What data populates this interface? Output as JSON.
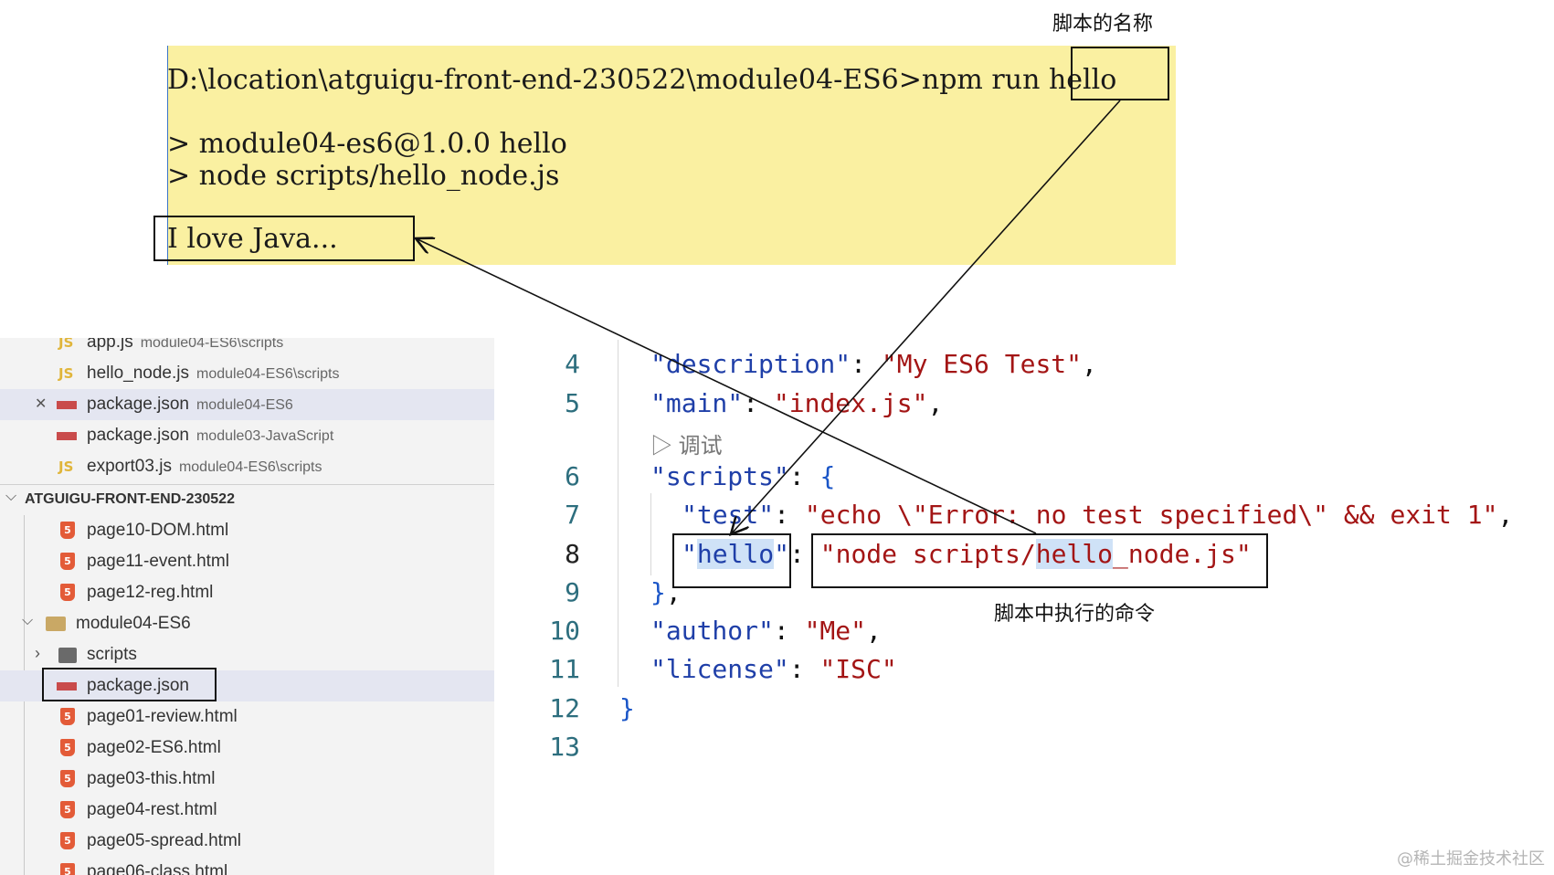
{
  "terminal": {
    "command": "D:\\location\\atguigu-front-end-230522\\module04-ES6>npm run ",
    "command_script": "hello",
    "line2": "> module04-es6@1.0.0 hello",
    "line3": "> node scripts/hello_node.js",
    "output": "I love Java..."
  },
  "annotations": {
    "script_name": "脚本的名称",
    "script_command": "脚本中执行的命令"
  },
  "explorer": {
    "open_editors": [
      {
        "icon": "js",
        "name": "app.js",
        "desc": "module04-ES6\\scripts"
      },
      {
        "icon": "js",
        "name": "hello_node.js",
        "desc": "module04-ES6\\scripts"
      },
      {
        "icon": "npm",
        "name": "package.json",
        "desc": "module04-ES6",
        "close": "✕"
      },
      {
        "icon": "npm",
        "name": "package.json",
        "desc": "module03-JavaScript"
      },
      {
        "icon": "js",
        "name": "export03.js",
        "desc": "module04-ES6\\scripts"
      }
    ],
    "workspace": "ATGUIGU-FRONT-END-230522",
    "files": [
      {
        "name": "page10-DOM.html"
      },
      {
        "name": "page11-event.html"
      },
      {
        "name": "page12-reg.html"
      }
    ],
    "folder": "module04-ES6",
    "subfolder": "scripts",
    "selected_file": "package.json",
    "folder_files": [
      {
        "name": "page01-review.html"
      },
      {
        "name": "page02-ES6.html"
      },
      {
        "name": "page03-this.html"
      },
      {
        "name": "page04-rest.html"
      },
      {
        "name": "page05-spread.html"
      },
      {
        "name": "page06-class.html"
      }
    ]
  },
  "editor": {
    "line_numbers": [
      "4",
      "5",
      "6",
      "7",
      "8",
      "9",
      "10",
      "11",
      "12",
      "13"
    ],
    "codelens": "▷ 调试",
    "description_key": "\"description\"",
    "description_val": "\"My ES6 Test\"",
    "main_key": "\"main\"",
    "main_val": "\"index.js\"",
    "scripts_key": "\"scripts\"",
    "test_key": "\"test\"",
    "test_val": "\"echo \\\"Error: no test specified\\\" && exit 1\"",
    "hello_key": "hello",
    "hello_val_a": "\"node scripts/",
    "hello_val_b": "hello",
    "hello_val_c": "_node.js\"",
    "author_key": "\"author\"",
    "author_val": "\"Me\"",
    "license_key": "\"license\"",
    "license_val": "\"ISC\""
  },
  "watermark": "@稀土掘金技术社区"
}
